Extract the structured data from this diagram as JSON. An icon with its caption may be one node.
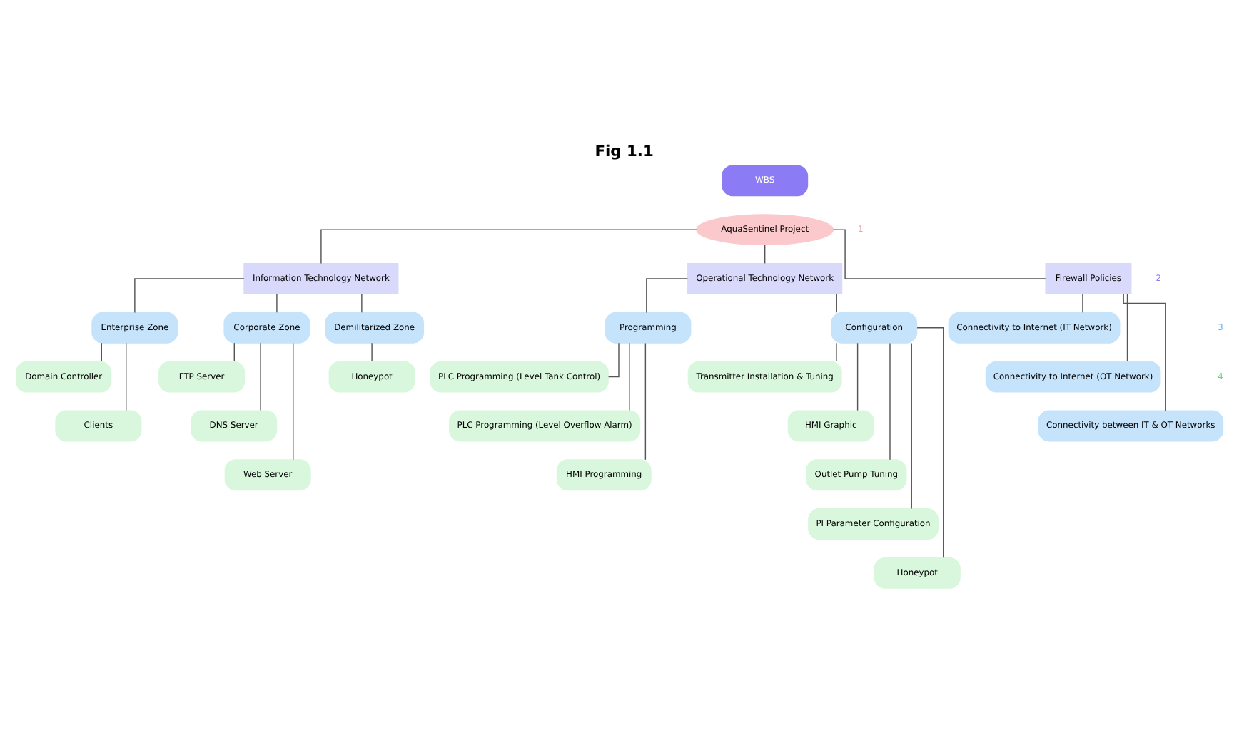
{
  "diagram": {
    "title": "Fig 1.1",
    "nodes": [
      {
        "text": [
          "WBS"
        ]
      },
      {
        "text": [
          "AquaSentinel Project"
        ]
      },
      {
        "text": [
          "Information Technology Network"
        ]
      },
      {
        "text": [
          "Operational Technology Network"
        ]
      },
      {
        "text": [
          "Firewall Policies"
        ]
      },
      {
        "text": [
          "Enterprise Zone"
        ]
      },
      {
        "text": [
          "Corporate Zone"
        ]
      },
      {
        "text": [
          "Demilitarized Zone"
        ]
      },
      {
        "text": [
          "Domain Controller"
        ]
      },
      {
        "text": [
          "Clients"
        ]
      },
      {
        "text": [
          "FTP Server"
        ]
      },
      {
        "text": [
          "DNS Server"
        ]
      },
      {
        "text": [
          "Web Server"
        ]
      },
      {
        "text": [
          "Honeypot"
        ]
      },
      {
        "text": [
          "Programming"
        ]
      },
      {
        "text": [
          "Configuration"
        ]
      },
      {
        "text": [
          "PLC Programming (Level Tank Control)"
        ]
      },
      {
        "text": [
          "PLC Programming (Level Overflow Alarm)"
        ]
      },
      {
        "text": [
          "HMI Programming"
        ]
      },
      {
        "text": [
          "Transmitter Installation & Tuning"
        ]
      },
      {
        "text": [
          "HMI Graphic"
        ]
      },
      {
        "text": [
          "Outlet Pump Tuning"
        ]
      },
      {
        "text": [
          "PI Parameter Configuration"
        ]
      },
      {
        "text": [
          "Honeypot"
        ]
      },
      {
        "text": [
          "Connectivity to Internet (IT Network)"
        ]
      },
      {
        "text": [
          "Connectivity to Internet (OT Network)"
        ]
      },
      {
        "text": [
          "Connectivity between IT & OT Networks"
        ]
      }
    ],
    "edges": [
      {
        "from": 1,
        "to": 2,
        "arrow": "none"
      },
      {
        "from": 1,
        "to": 3,
        "arrow": "none"
      },
      {
        "from": 1,
        "to": 4,
        "arrow": "none"
      },
      {
        "from": 2,
        "to": 5,
        "arrow": "none"
      },
      {
        "from": 2,
        "to": 6,
        "arrow": "none"
      },
      {
        "from": 2,
        "to": 7,
        "arrow": "none"
      },
      {
        "from": 5,
        "to": 8,
        "arrow": "none"
      },
      {
        "from": 5,
        "to": 9,
        "arrow": "none"
      },
      {
        "from": 6,
        "to": 10,
        "arrow": "none"
      },
      {
        "from": 6,
        "to": 11,
        "arrow": "none"
      },
      {
        "from": 6,
        "to": 12,
        "arrow": "none"
      },
      {
        "from": 7,
        "to": 13,
        "arrow": "none"
      },
      {
        "from": 3,
        "to": 14,
        "arrow": "none"
      },
      {
        "from": 3,
        "to": 15,
        "arrow": "none"
      },
      {
        "from": 14,
        "to": 16,
        "arrow": "none"
      },
      {
        "from": 14,
        "to": 17,
        "arrow": "none"
      },
      {
        "from": 14,
        "to": 18,
        "arrow": "none"
      },
      {
        "from": 15,
        "to": 19,
        "arrow": "none"
      },
      {
        "from": 15,
        "to": 20,
        "arrow": "none"
      },
      {
        "from": 15,
        "to": 21,
        "arrow": "none"
      },
      {
        "from": 15,
        "to": 22,
        "arrow": "none"
      },
      {
        "from": 15,
        "to": 23,
        "arrow": "none"
      },
      {
        "from": 4,
        "to": 24,
        "arrow": "none"
      },
      {
        "from": 4,
        "to": 25,
        "arrow": "none"
      },
      {
        "from": 4,
        "to": 26,
        "arrow": "none"
      }
    ],
    "labels": [
      "1",
      "2",
      "3",
      "4"
    ]
  }
}
